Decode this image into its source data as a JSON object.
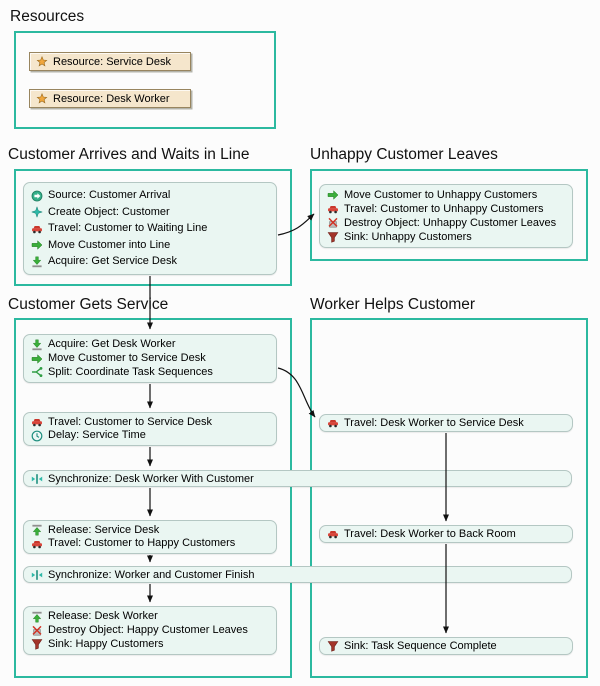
{
  "colors": {
    "group_border": "#2cb9a0",
    "block_bg": "#eaf6f2",
    "block_border": "#b4c7c3",
    "resource_bg": "#f5e6cc",
    "arrow": "#111111"
  },
  "groups": {
    "resources": {
      "title": "Resources",
      "items": [
        {
          "icon": "resource",
          "text": "Resource: Service Desk"
        },
        {
          "icon": "resource",
          "text": "Resource: Desk Worker"
        }
      ]
    },
    "arrive": {
      "title": "Customer Arrives and Waits in Line",
      "lines": [
        {
          "icon": "source",
          "text": "Source: Customer Arrival"
        },
        {
          "icon": "create",
          "text": "Create Object: Customer"
        },
        {
          "icon": "travel",
          "text": "Travel: Customer to Waiting Line"
        },
        {
          "icon": "move",
          "text": "Move Customer into Line"
        },
        {
          "icon": "acquire",
          "text": "Acquire: Get Service Desk"
        }
      ]
    },
    "unhappy": {
      "title": "Unhappy Customer Leaves",
      "lines": [
        {
          "icon": "move",
          "text": "Move Customer to Unhappy Customers"
        },
        {
          "icon": "travel",
          "text": "Travel: Customer to Unhappy Customers"
        },
        {
          "icon": "destroy",
          "text": "Destroy Object: Unhappy Customer Leaves"
        },
        {
          "icon": "sink",
          "text": "Sink: Unhappy Customers"
        }
      ]
    },
    "service": {
      "title": "Customer Gets Service",
      "block_acquire": [
        {
          "icon": "acquire",
          "text": "Acquire: Get Desk Worker"
        },
        {
          "icon": "move",
          "text": "Move Customer to Service Desk"
        },
        {
          "icon": "split",
          "text": "Split: Coordinate Task Sequences"
        }
      ],
      "block_travel": [
        {
          "icon": "travel",
          "text": "Travel: Customer to Service Desk"
        },
        {
          "icon": "delay",
          "text": "Delay: Service Time"
        }
      ],
      "block_release": [
        {
          "icon": "release",
          "text": "Release: Service Desk"
        },
        {
          "icon": "travel",
          "text": "Travel: Customer to Happy Customers"
        }
      ],
      "block_finish": [
        {
          "icon": "release",
          "text": "Release: Desk Worker"
        },
        {
          "icon": "destroy",
          "text": "Destroy Object: Happy Customer Leaves"
        },
        {
          "icon": "sink",
          "text": "Sink: Happy Customers"
        }
      ]
    },
    "worker": {
      "title": "Worker Helps Customer",
      "block_to_desk": [
        {
          "icon": "travel",
          "text": "Travel: Desk Worker to Service Desk"
        }
      ],
      "block_to_back": [
        {
          "icon": "travel",
          "text": "Travel: Desk Worker to Back Room"
        }
      ],
      "block_sink": [
        {
          "icon": "sink",
          "text": "Sink: Task Sequence Complete"
        }
      ]
    },
    "sync": {
      "bar1": {
        "icon": "synchronize",
        "text": "Synchronize: Desk Worker With Customer"
      },
      "bar2": {
        "icon": "synchronize",
        "text": "Synchronize: Worker and Customer Finish"
      }
    }
  }
}
